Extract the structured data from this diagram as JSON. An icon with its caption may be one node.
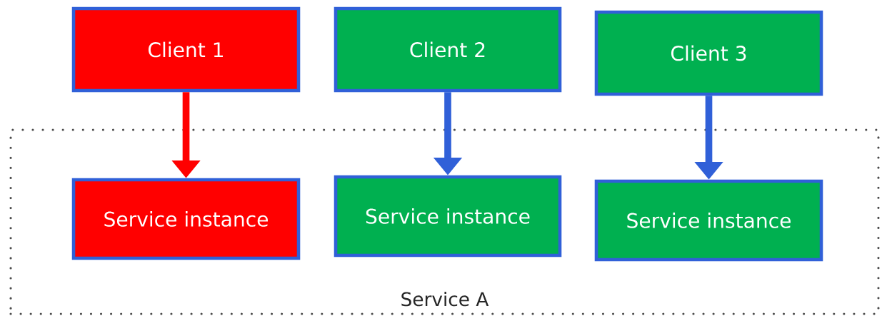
{
  "diagram": {
    "nodes": [
      {
        "text": [
          "Client 1"
        ]
      },
      {
        "text": [
          "Client 2"
        ]
      },
      {
        "text": [
          "Client 3"
        ]
      },
      {
        "text": [
          "Service A"
        ]
      },
      {
        "text": [
          "Service instance"
        ],
        "in": 3
      },
      {
        "text": [
          "Service instance"
        ],
        "in": 3
      },
      {
        "text": [
          "Service instance"
        ],
        "in": 3
      }
    ],
    "edges": [
      {
        "from": 0,
        "to": 4,
        "arrow": "to",
        "color": "#ff0000"
      },
      {
        "from": 1,
        "to": 5,
        "arrow": "to"
      },
      {
        "from": 2,
        "to": 6,
        "arrow": "to"
      }
    ]
  }
}
